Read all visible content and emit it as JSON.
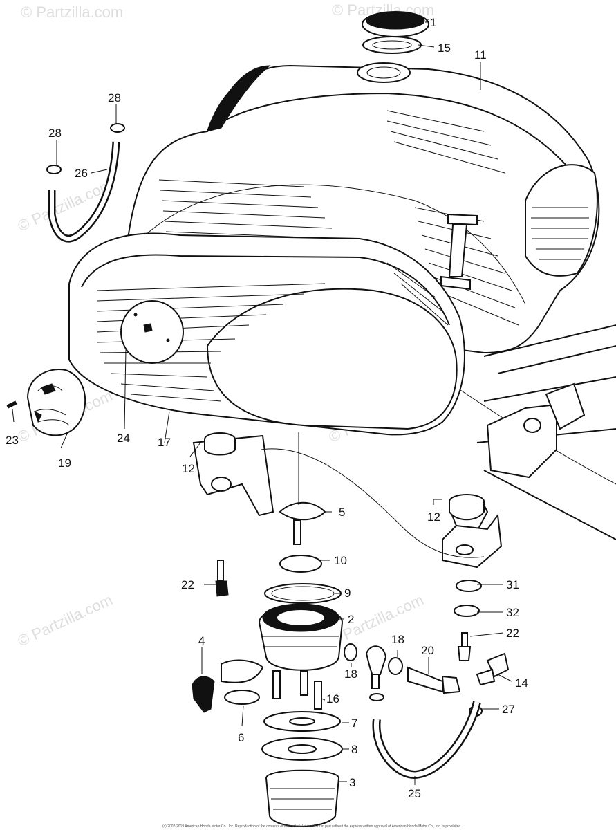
{
  "diagram": {
    "watermarks": [
      "© Partzilla.com"
    ],
    "copyright": "(c) 2002-2019 American Honda Motor Co., Inc. Reproduction of the contents of this material in whole or in part without the express written approval of American Honda Motor Co., Inc. is prohibited.",
    "callouts": {
      "c1": "1",
      "c15": "15",
      "c11": "11",
      "c28a": "28",
      "c28b": "28",
      "c26": "26",
      "c23": "23",
      "c19": "19",
      "c24": "24",
      "c17": "17",
      "c12a": "12",
      "c12b": "12",
      "c5": "5",
      "c10": "10",
      "c22a": "22",
      "c9": "9",
      "c2": "2",
      "c4": "4",
      "c18a": "18",
      "c18b": "18",
      "c20": "20",
      "c14": "14",
      "c31": "31",
      "c32": "32",
      "c22b": "22",
      "c16": "16",
      "c6": "6",
      "c7": "7",
      "c8": "8",
      "c3": "3",
      "c27": "27",
      "c25": "25"
    }
  }
}
